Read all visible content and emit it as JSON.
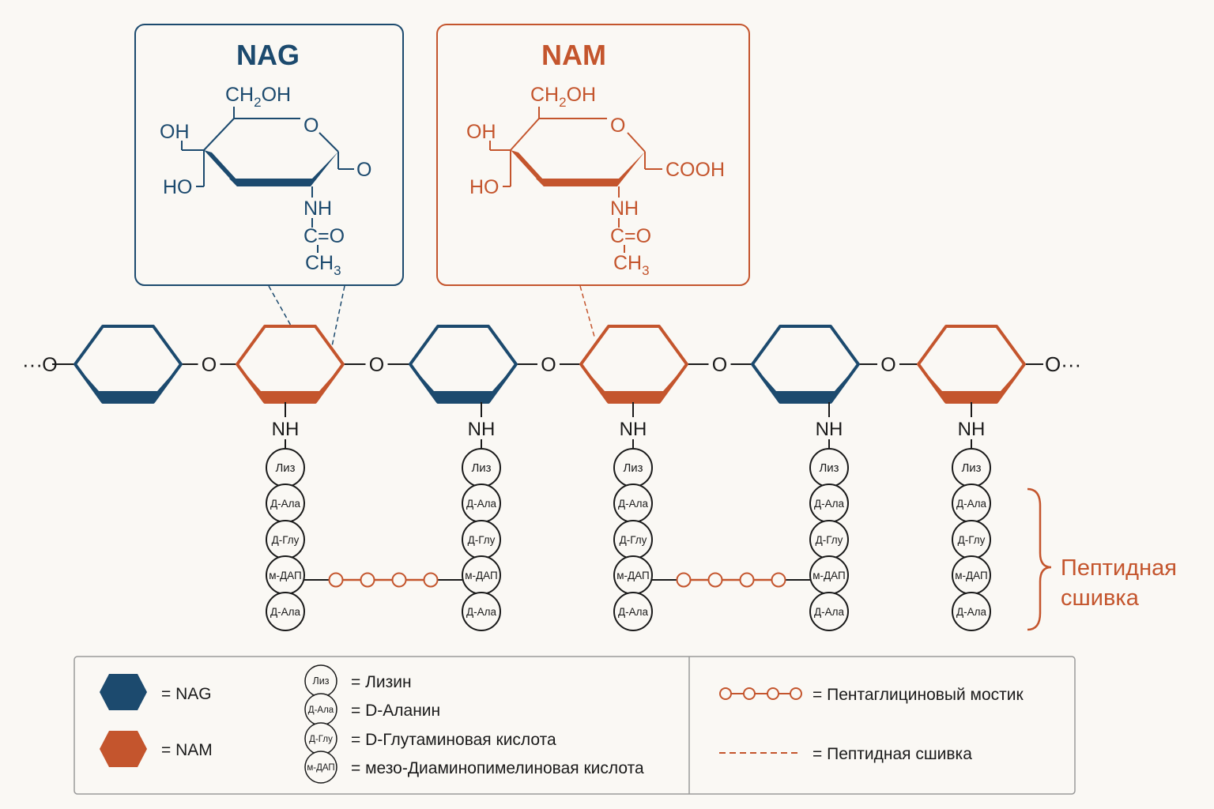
{
  "colors": {
    "nag": "#1c4a6e",
    "nam": "#c4552d",
    "ink": "#1a1a1a",
    "background": "#faf8f4",
    "legend_border": "#9a9a9a"
  },
  "nag_box": {
    "title": "NAG",
    "ch2oh_main": "CH",
    "ch2oh_sub": "2",
    "ch2oh_tail": "OH",
    "ring_o": "O",
    "oh_upper": "OH",
    "ho_lower": "HO",
    "glyco_o": "O",
    "nh": "NH",
    "carbonyl": "C=O",
    "ch3_main": "CH",
    "ch3_sub": "3"
  },
  "nam_box": {
    "title": "NAM",
    "ch2oh_main": "CH",
    "ch2oh_sub": "2",
    "ch2oh_tail": "OH",
    "ring_o": "O",
    "oh_upper": "OH",
    "ho_lower": "HO",
    "cooh": "COOH",
    "nh": "NH",
    "carbonyl": "C=O",
    "ch3_main": "CH",
    "ch3_sub": "3"
  },
  "chain": {
    "ellipsis_left": "···",
    "ellipsis_right": "O···",
    "linker_o": "O",
    "sugars": [
      "NAG",
      "NAM",
      "NAG",
      "NAM",
      "NAG",
      "NAM"
    ],
    "nh_label": "NH"
  },
  "peptide": {
    "residues": [
      "Лиз",
      "Д-Ала",
      "Д-Глу",
      "м-ДАП",
      "Д-Ала"
    ]
  },
  "bracket_label": [
    "Пептидная",
    "сшивка"
  ],
  "legend": {
    "nag": "=  NAG",
    "nam": "=  NAM",
    "residues": [
      {
        "code": "Лиз",
        "text": "=  Лизин"
      },
      {
        "code": "Д-Ала",
        "text": "=  D-Аланин"
      },
      {
        "code": "Д-Глу",
        "text": "=  D-Глутаминовая кислота"
      },
      {
        "code": "м-ДАП",
        "text": "=  мезо-Диаминопимелиновая кислота"
      }
    ],
    "bridge": "=  Пентаглициновый мостик",
    "crosslink": "=  Пептидная сшивка"
  }
}
